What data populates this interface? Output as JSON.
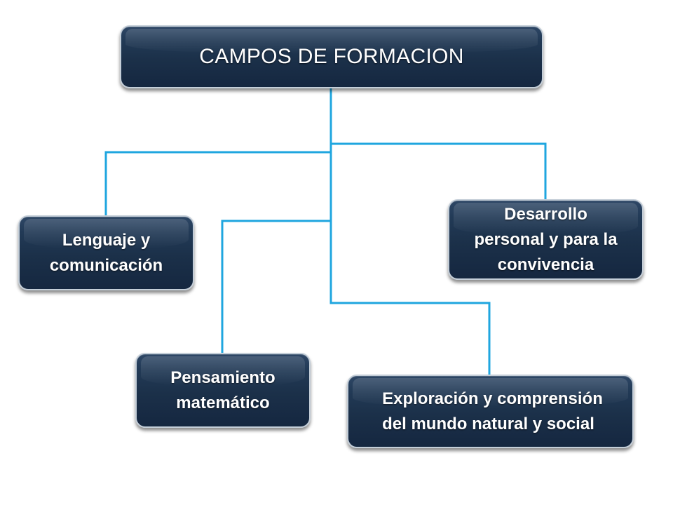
{
  "root": {
    "label": "CAMPOS DE FORMACION"
  },
  "fields": {
    "lenguaje": "Lenguaje y\ncomunicación",
    "desarrollo": "Desarrollo\npersonal y para la\nconvivencia",
    "pensamiento": "Pensamiento\nmatemático",
    "exploracion": "Exploración y comprensión\ndel mundo natural y social"
  },
  "colors": {
    "node_fill": "#1b3049",
    "node_border": "#c4ced8",
    "connector": "#1fa6df",
    "text": "#ffffff",
    "background": "#ffffff"
  }
}
